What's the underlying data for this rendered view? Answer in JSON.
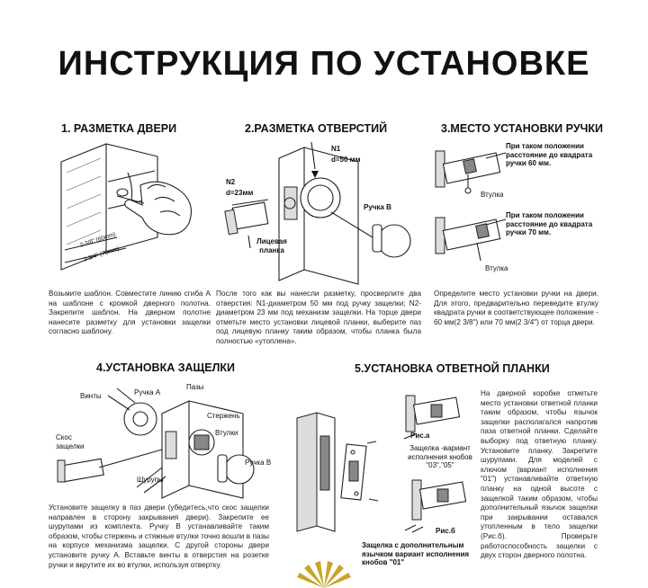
{
  "title": "ИНСТРУКЦИЯ ПО УСТАНОВКЕ",
  "s1": {
    "heading": "1. РАЗМЕТКА ДВЕРИ",
    "dim1": "2-3/8\" (60mm)",
    "dim2": "2-3/4\" (70mm)",
    "text": "Возьмите шаблон. Совместите линию сгиба А на шаблоне с кромкой дверного полотна. Закрепите шаблон. На дверном полотне нанесите разметку для установки защелки согласно шаблону."
  },
  "s2": {
    "heading": "2.РАЗМЕТКА ОТВЕРСТИЙ",
    "n1": "N1",
    "n1_size": "d=50 мм",
    "n2": "N2",
    "n2_size": "d=23мм",
    "handle_b": "Ручка В",
    "plate": "Лицевая планка",
    "text": "После того как вы нанесли разметку, просверлите два отверстия: N1-диаметром 50 мм под ручку защелки; N2-диаметром 23 мм под механизм защелки. На торце двери отметьте место установки лицевой планки, выберите паз под лицевую планку таким образом, чтобы планка была полностью «утоплена»."
  },
  "s3": {
    "heading": "3.МЕСТО УСТАНОВКИ РУЧКИ",
    "note1": "При таком положении расстояние до квадрата ручки 60 мм.",
    "note2": "При таком положении расстояние до квадрата ручки 70 мм.",
    "bushing": "Втулка",
    "text": "Определите место установки ручки на двери. Для этого, предварительно переведите втулку квадрата ручки в соответствующее положение - 60 мм(2 3/8\") или 70 мм(2 3/4\") от торца двери."
  },
  "s4": {
    "heading": "4.УСТАНОВКА ЗАЩЕЛКИ",
    "screws": "Винты",
    "handle_a": "Ручка А",
    "slots": "Пазы",
    "rods": "Стержень",
    "bushings": "Втулки",
    "bevel": "Скос защелки",
    "self_tappers": "Шурупы",
    "handle_b": "Ручка В",
    "text": "Установите защелку в паз двери (убедитесь,что скос защелки направлен в сторону закрывания двери). Закрепите ее шурупами из комплекта. Ручку В устанавливайте таким образом, чтобы стержень и стяжные втулки точно вошли в пазы на корпусе механизма защелки. С другой стороны двери установите ручку А. Вставьте винты в отверстия на розетке ручки и вкрутите их во втулки, используя отвертку."
  },
  "s5": {
    "heading": "5.УСТАНОВКА ОТВЕТНОЙ ПЛАНКИ",
    "fig_a": "Рис.а",
    "fig_a_caption": "Защелка -вариант исполнения кнобов \"03\",\"05\"",
    "fig_b": "Рис.б",
    "fig_b_caption": "Защелка с дополнительным язычком вариант исполнения кнобов \"01\"",
    "text": "На дверной коробке отметьте место установки ответной планки таким образом, чтобы язычок защелки располагался напротив паза ответной планки. Сделайте выборку под ответную планку. Установите планку. Закрепите шурупами. Для моделей с ключом (вариант исполнения \"01\") устанавливайте ответную планку на одной высоте с защелкой таким образом, чтобы дополнительный язычок защелки при закрывании оставался утопленным в тело защелки (Рис.б). Проверьте работоспособность защелки с двух сторон дверного полотна."
  }
}
